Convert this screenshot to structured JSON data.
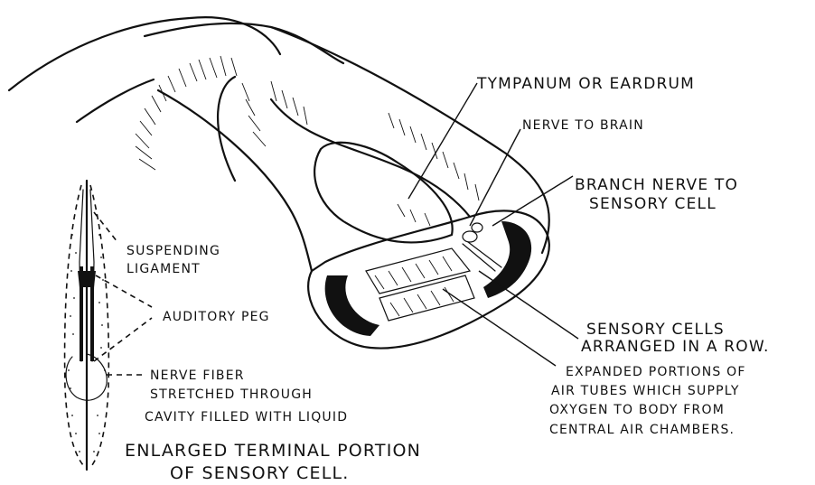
{
  "labels": {
    "tympanum": "TYMPANUM OR EARDRUM",
    "nerve_to_brain": "NERVE TO BRAIN",
    "branch_nerve_1": "BRANCH NERVE TO",
    "branch_nerve_2": "SENSORY CELL",
    "suspending_1": "SUSPENDING",
    "suspending_2": "LIGAMENT",
    "auditory_peg": "AUDITORY PEG",
    "sensory_cells_1": "SENSORY CELLS",
    "sensory_cells_2": "ARRANGED IN A ROW.",
    "expanded_1": "EXPANDED PORTIONS OF",
    "expanded_2": "AIR TUBES WHICH SUPPLY",
    "expanded_3": "OXYGEN TO BODY FROM",
    "expanded_4": "CENTRAL AIR CHAMBERS.",
    "nerve_fiber_1": "NERVE FIBER",
    "nerve_fiber_2": "STRETCHED THROUGH",
    "nerve_fiber_3": "CAVITY FILLED WITH LIQUID",
    "caption_1": "ENLARGED TERMINAL PORTION",
    "caption_2": "OF SENSORY CELL."
  },
  "colors": {
    "ink": "#111111",
    "paper": "#ffffff"
  }
}
